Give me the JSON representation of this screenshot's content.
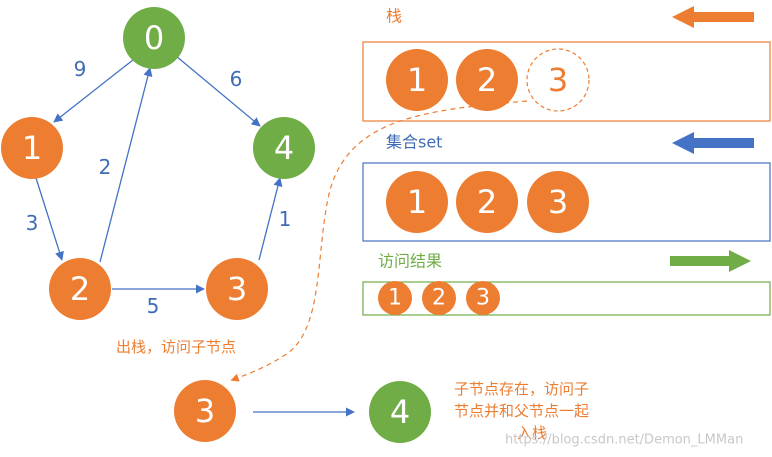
{
  "colors": {
    "orange": "#ed7d31",
    "green": "#70ad47",
    "blue": "#4472c4",
    "dark_blue": "#3f6cb5",
    "white": "#ffffff",
    "watermark": "#c8c8c8"
  },
  "graph": {
    "nodes": [
      {
        "id": "0",
        "label": "0",
        "color": "green"
      },
      {
        "id": "1",
        "label": "1",
        "color": "orange"
      },
      {
        "id": "2",
        "label": "2",
        "color": "orange"
      },
      {
        "id": "3",
        "label": "3",
        "color": "orange"
      },
      {
        "id": "4",
        "label": "4",
        "color": "green"
      }
    ],
    "edges": [
      {
        "from": "0",
        "to": "1",
        "weight": "9"
      },
      {
        "from": "0",
        "to": "4",
        "weight": "6"
      },
      {
        "from": "1",
        "to": "2",
        "weight": "3"
      },
      {
        "from": "2",
        "to": "0",
        "weight": "2"
      },
      {
        "from": "2",
        "to": "3",
        "weight": "5"
      },
      {
        "from": "3",
        "to": "4",
        "weight": "1"
      }
    ]
  },
  "stack": {
    "label": "栈",
    "items": [
      "1",
      "2"
    ],
    "pending_item": "3",
    "arrow_direction": "left",
    "arrow_color": "orange"
  },
  "set": {
    "label": "集合set",
    "items": [
      "1",
      "2",
      "3"
    ],
    "arrow_direction": "left",
    "arrow_color": "blue"
  },
  "visit": {
    "label": "访问结果",
    "items": [
      "1",
      "2",
      "3"
    ],
    "arrow_direction": "right",
    "arrow_color": "green"
  },
  "annotations": {
    "pop_note": "出栈，访问子节点",
    "push_note_lines": [
      "子节点存在，访问子",
      "节点并和父节点一起",
      "入栈"
    ]
  },
  "bottom_flow": {
    "from_node": {
      "label": "3",
      "color": "orange"
    },
    "to_node": {
      "label": "4",
      "color": "green"
    }
  },
  "watermark": "https://blog.csdn.net/Demon_LMMan"
}
